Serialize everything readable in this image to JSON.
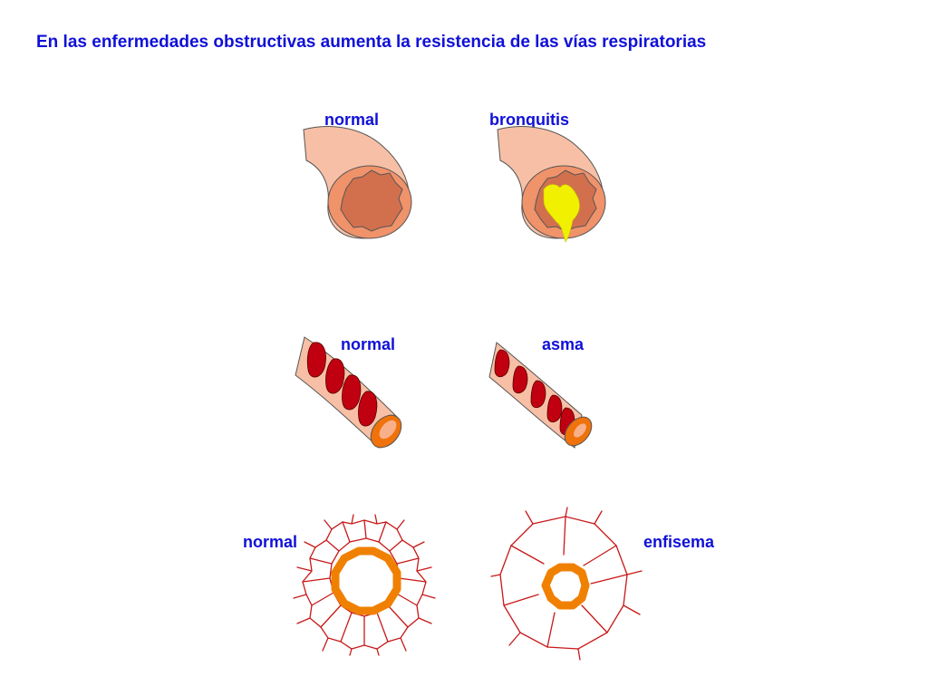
{
  "title": "En las enfermedades obstructivas aumenta la resistencia de las vías respiratorias",
  "rows": [
    {
      "left_label": "normal",
      "right_label": "bronquitis"
    },
    {
      "left_label": "normal",
      "right_label": "asma"
    },
    {
      "left_label": "normal",
      "right_label": "enfisema"
    }
  ],
  "colors": {
    "text": "#1010d8",
    "airway_outer": "#f7c0a6",
    "airway_wall": "#f0926a",
    "lumen": "#d2704e",
    "mucus": "#f0f000",
    "muscle_band": "#c00010",
    "alveolar_ring": "#f08000",
    "alveolar_septa": "#c81818"
  }
}
